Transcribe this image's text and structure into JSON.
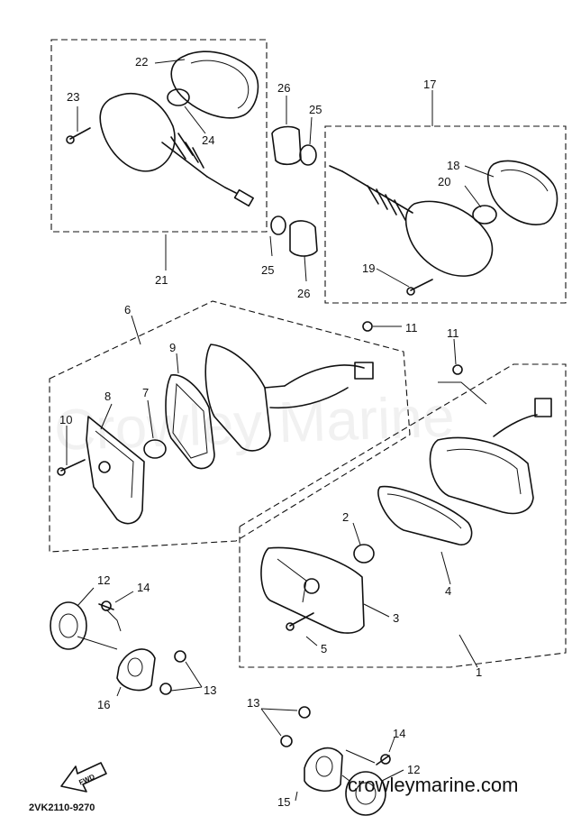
{
  "diagram": {
    "watermark_center": "Crowley Marine",
    "watermark_url": "crowleymarine.com",
    "diagram_code": "2VK2110-9270",
    "fwd_label": "FWD"
  },
  "callouts": {
    "c1": "1",
    "c2": "2",
    "c3": "3",
    "c4": "4",
    "c5": "5",
    "c6": "6",
    "c7": "7",
    "c8": "8",
    "c9": "9",
    "c10": "10",
    "c11a": "11",
    "c11b": "11",
    "c12a": "12",
    "c12b": "12",
    "c13a": "13",
    "c13b": "13",
    "c14a": "14",
    "c14b": "14",
    "c15": "15",
    "c16": "16",
    "c17": "17",
    "c18": "18",
    "c19": "19",
    "c20": "20",
    "c21": "21",
    "c22": "22",
    "c23": "23",
    "c24": "24",
    "c25a": "25",
    "c25b": "25",
    "c26a": "26",
    "c26b": "26"
  }
}
